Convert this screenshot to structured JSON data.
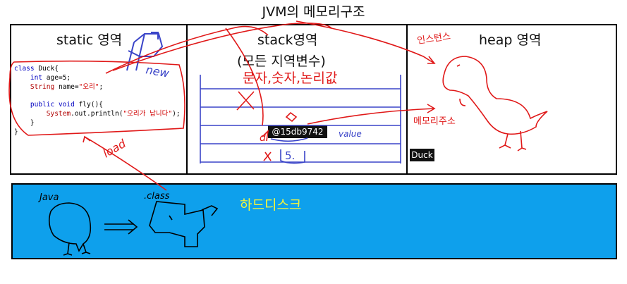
{
  "title": "JVM의 메모리구조",
  "regions": {
    "static": "static 영역",
    "stack": "stack영역",
    "stack_sub": "(모든 지역변수)",
    "stack_types": "문자,숫자,논리값",
    "heap": "heap 영역"
  },
  "code": {
    "line1_kw": "class",
    "line1_rest": " Duck{",
    "line2_kw": "int",
    "line2_rest": " age=5;",
    "line3_type": "String",
    "line3_mid": " name=",
    "line3_str": "\"오리\"",
    "line3_end": ";",
    "line5_kw1": "public",
    "line5_kw2": "void",
    "line5_rest": " fly(){",
    "line6_type": "System",
    "line6_mid": ".out.println(",
    "line6_str": "\"오리가 납니다\"",
    "line6_end": ");",
    "line7": "}",
    "line8": "}"
  },
  "reference_address": "@15db9742",
  "heap_object_label": "Duck",
  "harddisk_label": "하드디스크",
  "annotations": {
    "new": "new",
    "load": "load",
    "instance": "인스턴스",
    "memory_address": "메모리주소",
    "value": "value",
    "stack_value": "5.",
    "java": "Java",
    "class": ".class",
    "d": "d"
  },
  "colors": {
    "ink_red": "#e01818",
    "ink_blue": "#3a44c8",
    "disk_blue": "#0ea0ec",
    "disk_text": "#f6f63a"
  }
}
